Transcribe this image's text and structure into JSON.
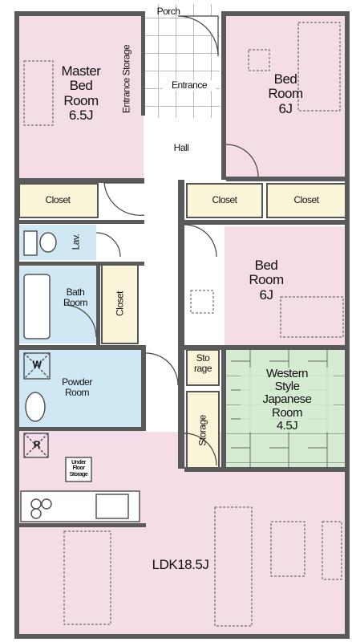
{
  "rooms": {
    "porch": "Porch",
    "master_bedroom": [
      "Master",
      "Bed",
      "Room",
      "6.5J"
    ],
    "entrance_storage": "Entrance Storage",
    "entrance": "Entrance",
    "bedroom_1": [
      "Bed",
      "Room",
      "6J"
    ],
    "hall": "Hall",
    "closet_left": "Closet",
    "closet_mid": "Closet",
    "closet_right": "Closet",
    "lav": "Lav.",
    "bath_room": [
      "Bath",
      "Room"
    ],
    "closet_vertical": "Closet",
    "bedroom_2": [
      "Bed",
      "Room",
      "6J"
    ],
    "storage_small": [
      "Sto",
      "rage"
    ],
    "storage_tall": "Storage",
    "japanese_room": [
      "Western",
      "Style",
      "Japanese",
      "Room",
      "4.5J"
    ],
    "powder_room": [
      "Powder",
      "Room"
    ],
    "underfloor_storage": [
      "Under",
      "Floor",
      "Storage"
    ],
    "ldk": "LDK18.5J",
    "w_symbol": "W",
    "r_symbol": "R"
  },
  "colors": {
    "pink": "#f5dde8",
    "blue": "#cfe8f3",
    "green": "#d6ecd2",
    "closet": "#faf4d8",
    "wall": "#5a5a5a"
  }
}
